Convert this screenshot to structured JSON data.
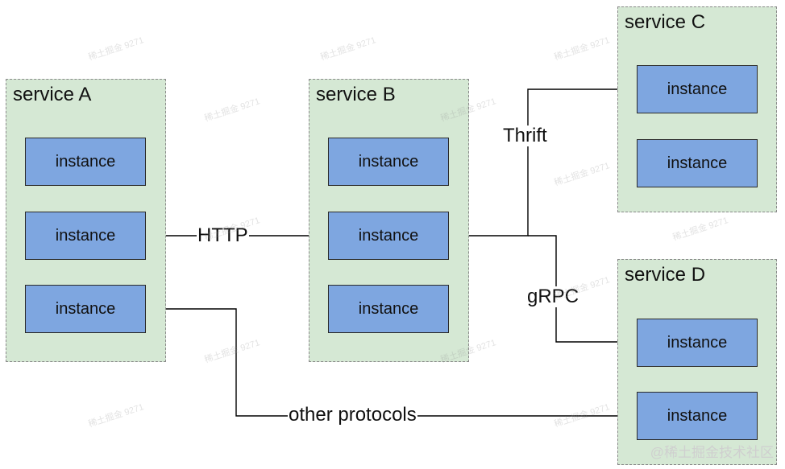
{
  "services": {
    "a": {
      "title": "service A",
      "instances": [
        "instance",
        "instance",
        "instance"
      ]
    },
    "b": {
      "title": "service B",
      "instances": [
        "instance",
        "instance",
        "instance"
      ]
    },
    "c": {
      "title": "service C",
      "instances": [
        "instance",
        "instance"
      ]
    },
    "d": {
      "title": "service D",
      "instances": [
        "instance",
        "instance"
      ]
    }
  },
  "edges": {
    "http": "HTTP",
    "thrift": "Thrift",
    "grpc": "gRPC",
    "other": "other protocols"
  },
  "watermark": {
    "repeated_text": "稀土掘金 9271",
    "brand": "@稀土掘金技术社区"
  },
  "colors": {
    "service_fill": "#d5e8d4",
    "instance_fill": "#7ea6e0"
  }
}
